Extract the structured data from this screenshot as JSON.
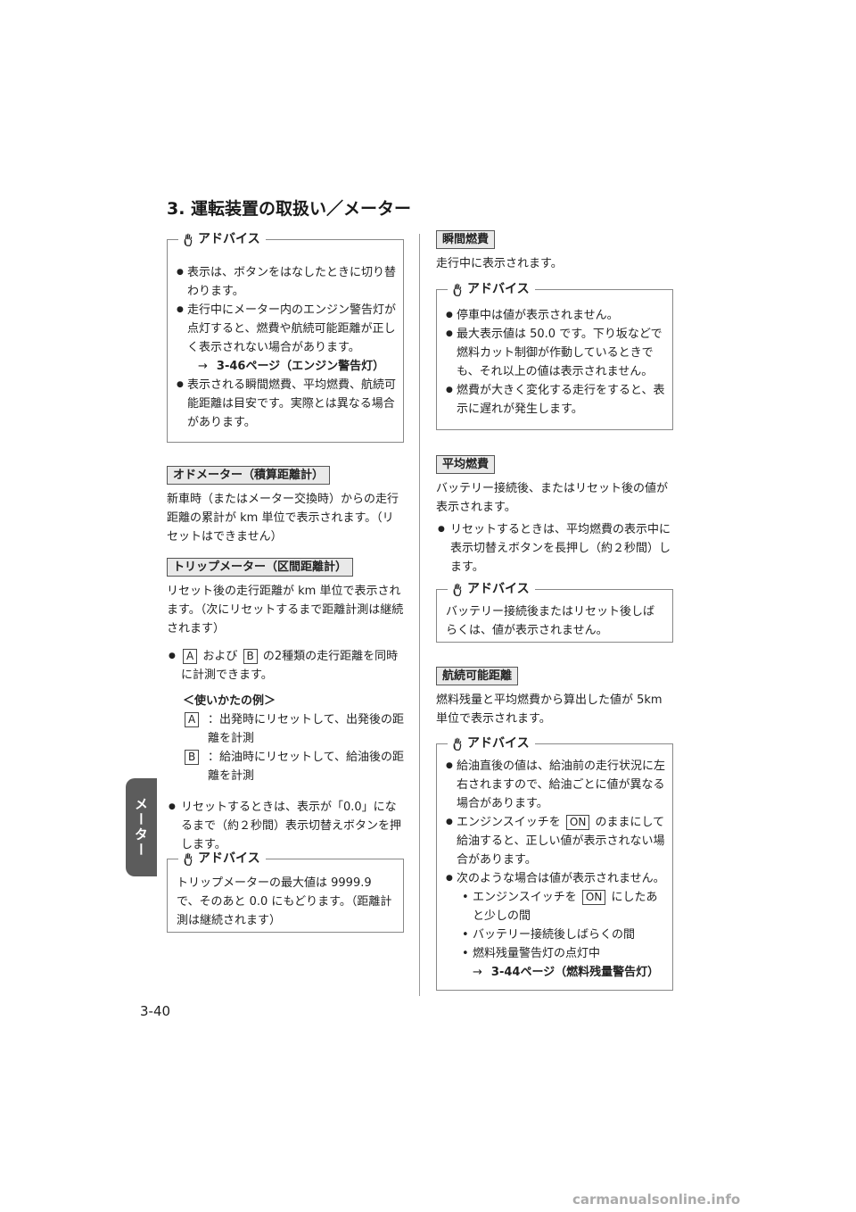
{
  "section_title": "3. 運転装置の取扱い／メーター",
  "side_tab": "メーター",
  "page_number": "3-40",
  "footer_watermark": "carmanualsonline.info",
  "advice_label": "アドバイス",
  "left": {
    "advice1": {
      "items": [
        "表示は、ボタンをはなしたときに切り替わります。",
        "走行中にメーター内のエンジン警告灯が点灯すると、燃費や航続可能距離が正しく表示されない場合があります。",
        "表示される瞬間燃費、平均燃費、航続可能距離は目安です。実際とは異なる場合があります。"
      ],
      "ref_arrow": "→",
      "ref_text": "3-46ページ（エンジン警告灯）"
    },
    "odometer": {
      "title": "オドメーター（積算距離計）",
      "text": "新車時（またはメーター交換時）からの走行距離の累計が km 単位で表示されます。（リセットはできません）"
    },
    "tripmeter": {
      "title": "トリップメーター（区間距離計）",
      "text": "リセット後の走行距離が km 単位で表示されます。（次にリセットするまで距離計測は継続されます）",
      "bullet1_key_a": "A",
      "bullet1_mid": "および",
      "bullet1_key_b": "B",
      "bullet1_end": "の2種類の走行距離を同時に計測できます。",
      "example_title": "＜使いかたの例＞",
      "example_a_key": "A",
      "example_a": "：出発時にリセットして、出発後の距離を計測",
      "example_b_key": "B",
      "example_b": "：給油時にリセットして、給油後の距離を計測",
      "bullet2": "リセットするときは、表示が「0.0」になるまで（約２秒間）表示切替えボタンを押します。"
    },
    "advice2": {
      "text": "トリップメーターの最大値は 9999.9 で、そのあと 0.0 にもどります。（距離計測は継続されます）"
    }
  },
  "right": {
    "instant": {
      "title": "瞬間燃費",
      "text": "走行中に表示されます。"
    },
    "advice3": {
      "items": [
        "停車中は値が表示されません。",
        "最大表示値は 50.0 です。下り坂などで燃料カット制御が作動しているときでも、それ以上の値は表示されません。",
        "燃費が大きく変化する走行をすると、表示に遅れが発生します。"
      ]
    },
    "average": {
      "title": "平均燃費",
      "text": "バッテリー接続後、またはリセット後の値が表示されます。",
      "bullet": "リセットするときは、平均燃費の表示中に表示切替えボタンを長押し（約２秒間）します。"
    },
    "advice4": {
      "text": "バッテリー接続後またはリセット後しばらくは、値が表示されません。"
    },
    "range": {
      "title": "航続可能距離",
      "text": "燃料残量と平均燃費から算出した値が 5km単位で表示されます。"
    },
    "advice5": {
      "item1": "給油直後の値は、給油前の走行状況に左右されますので、給油ごとに値が異なる場合があります。",
      "item2_pre": "エンジンスイッチを",
      "item2_key": "ON",
      "item2_post": "のままにして給油すると、正しい値が表示されない場合があります。",
      "item3": "次のような場合は値が表示されません。",
      "sub1_pre": "エンジンスイッチを",
      "sub1_key": "ON",
      "sub1_post": "にしたあと少しの間",
      "sub2": "バッテリー接続後しばらくの間",
      "sub3": "燃料残量警告灯の点灯中",
      "ref_arrow": "→",
      "ref_text": "3-44ページ（燃料残量警告灯）"
    }
  }
}
